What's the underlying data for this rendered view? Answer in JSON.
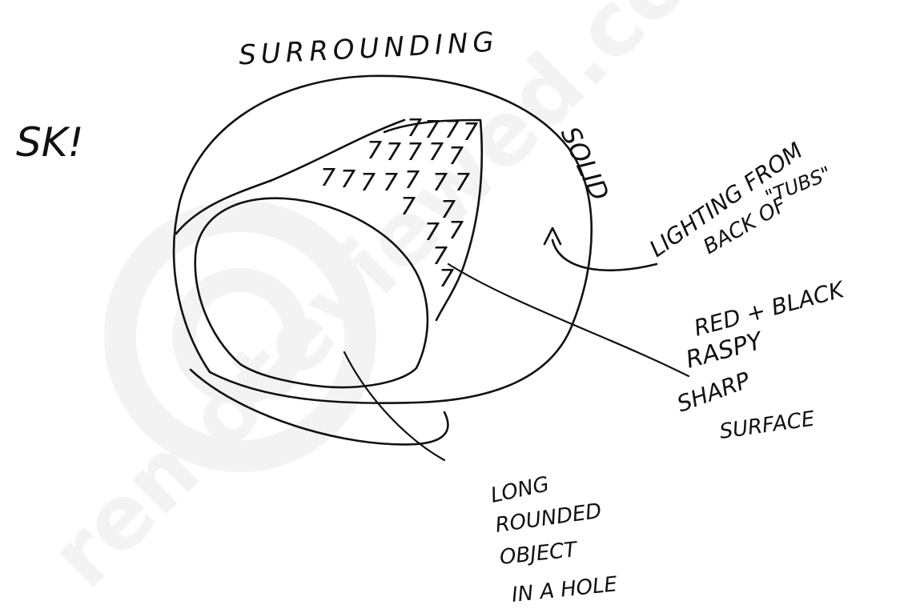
{
  "labels": {
    "sk": "SK!",
    "surrounding": "SURROUNDING",
    "solid": "SOLID",
    "lighting_line1": "LIGHTING FROM",
    "lighting_line2": "BACK OF",
    "lighting_line3": "\"TUBS\"",
    "red_black": "RED + BLACK",
    "raspy": "RASPY",
    "surface_line1": "SHARP",
    "surface_line2": "SURFACE",
    "object_line1": "LONG",
    "object_line2": "ROUNDED",
    "object_line3": "OBJECT",
    "object_line4": "IN A HOLE"
  },
  "watermark": {
    "text": "remoteviewed.com"
  },
  "hatch_mark": "7"
}
